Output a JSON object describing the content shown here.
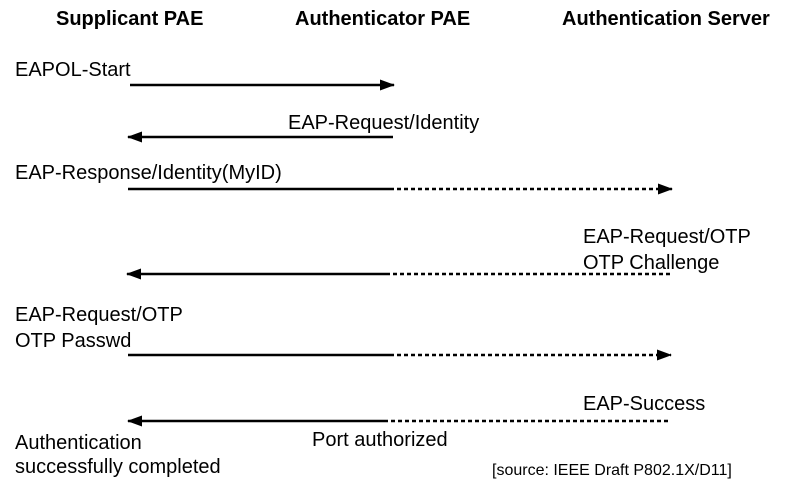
{
  "diagram": {
    "type": "sequence-diagram",
    "columns": [
      {
        "label": "Supplicant PAE"
      },
      {
        "label": "Authenticator PAE"
      },
      {
        "label": "Authentication Server"
      }
    ],
    "messages": [
      {
        "id": "eapol-start",
        "label": "EAPOL-Start",
        "from": "Supplicant PAE",
        "to": "Authenticator PAE",
        "direction": "right",
        "line_style": "solid"
      },
      {
        "id": "eap-request-identity",
        "label": "EAP-Request/Identity",
        "from": "Authenticator PAE",
        "to": "Supplicant PAE",
        "direction": "left",
        "line_style": "solid"
      },
      {
        "id": "eap-response-identity",
        "label": "EAP-Response/Identity(MyID)",
        "from": "Supplicant PAE",
        "to": "Authentication Server",
        "direction": "right",
        "line_style": "solid-then-dashed"
      },
      {
        "id": "eap-request-otp-challenge",
        "label_line1": "EAP-Request/OTP",
        "label_line2": "OTP Challenge",
        "from": "Authentication Server",
        "to": "Supplicant PAE",
        "direction": "left",
        "line_style": "dashed-then-solid"
      },
      {
        "id": "eap-otp-passwd",
        "label_line1": "EAP-Request/OTP",
        "label_line2": "OTP Passwd",
        "from": "Supplicant PAE",
        "to": "Authentication Server",
        "direction": "right",
        "line_style": "solid-then-dashed"
      },
      {
        "id": "eap-success",
        "label": "EAP-Success",
        "from": "Authentication Server",
        "to": "Supplicant PAE",
        "direction": "left",
        "line_style": "dashed-then-solid"
      }
    ],
    "annotations": {
      "port_authorized": "Port authorized",
      "completion_line1": "Authentication",
      "completion_line2": "successfully completed",
      "source": "[source: IEEE Draft P802.1X/D11]"
    },
    "colors": {
      "background": "#ffffff",
      "ink": "#000000"
    }
  }
}
